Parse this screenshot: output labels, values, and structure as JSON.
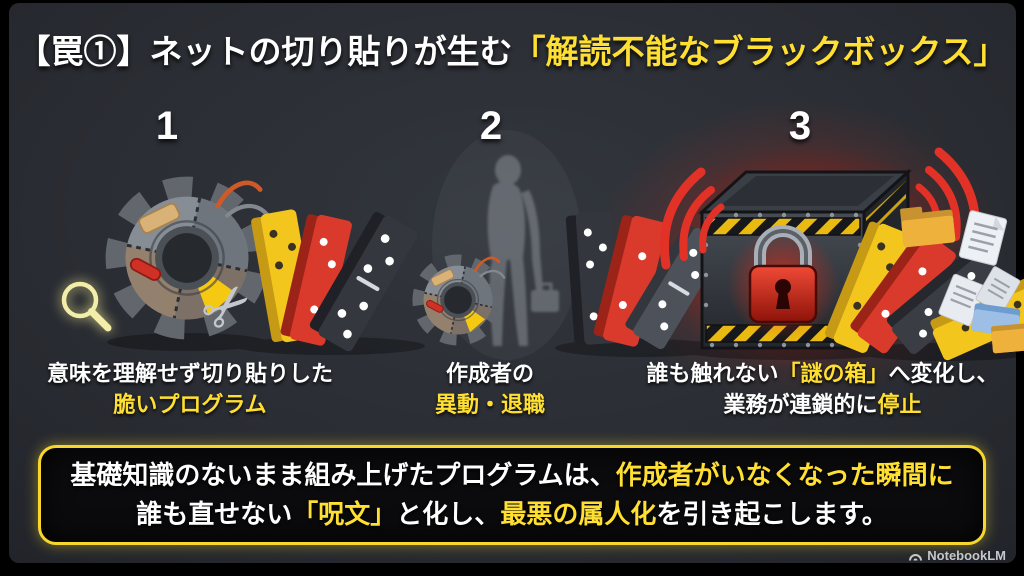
{
  "title": {
    "prefix": "【罠①】ネットの切り貼りが生む",
    "highlight": "「解読不能なブラックボックス」"
  },
  "steps": [
    {
      "number": "1",
      "line1": "意味を理解せず切り貼りした",
      "line2": "脆いプログラム"
    },
    {
      "number": "2",
      "line1": "作成者の",
      "line2": "異動・退職"
    },
    {
      "number": "3",
      "line1_seg1": "誰も触れない",
      "line1_seg2": "「謎の箱」",
      "line1_seg3": "へ変化し、",
      "line2_seg1": "業務が連鎖的に",
      "line2_seg2": "停止"
    }
  ],
  "summary": {
    "line1_seg1": "基礎知識のないまま組み上げたプログラムは、",
    "line1_seg2": "作成者がいなくなった瞬間に",
    "line2_seg1": "誰も直せない",
    "line2_seg2": "「呪文」",
    "line2_seg3": "と化し、",
    "line2_seg4": "最悪の属人化",
    "line2_seg5": "を引き起こします。"
  },
  "watermark": {
    "label": "NotebookLM"
  },
  "icons": {
    "scissors_glyph": "✂",
    "magnifier": "magnifier-icon",
    "patched_gear": "patched-gear-icon",
    "person": "departing-person-icon",
    "locked_box": "black-box-padlock-icon",
    "alarm_waves": "alarm-waves-icon",
    "dominoes": "falling-dominoes-icon",
    "documents": "scattered-documents-icon"
  },
  "colors": {
    "background": "#2a2d33",
    "accent_yellow": "#ffdf32",
    "alert_red": "#d93a2c",
    "box_border": "#f7d72c",
    "text_white": "#ffffff"
  }
}
